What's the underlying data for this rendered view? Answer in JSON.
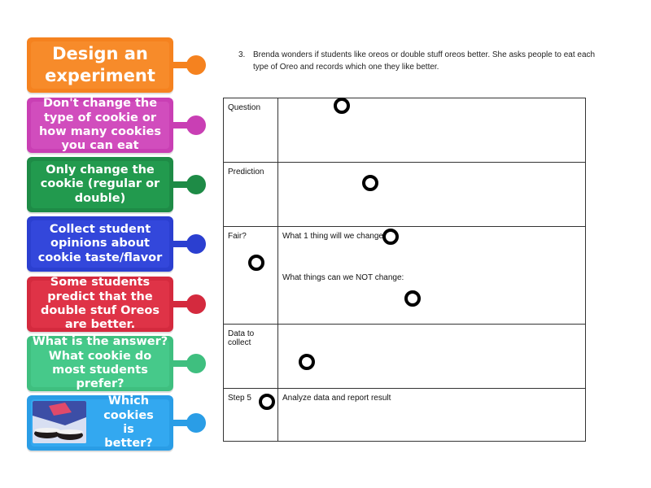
{
  "cards": [
    {
      "label": "Design an experiment",
      "color": "#f5821f",
      "inner": "#f78b2a"
    },
    {
      "label": "Don't change the type of cookie or how many cookies you can eat",
      "color": "#c93fb4",
      "inner": "#d14dbd"
    },
    {
      "label": "Only change the cookie (regular or double)",
      "color": "#1e8b46",
      "inner": "#229a4e"
    },
    {
      "label": "Collect student opinions about cookie taste/flavor",
      "color": "#2b3fd0",
      "inner": "#3347db"
    },
    {
      "label": "Some students predict that the double stuf Oreos are better.",
      "color": "#d42a3e",
      "inner": "#df3347"
    },
    {
      "label": "What is the answer? What cookie do most students prefer?",
      "color": "#3fbf7f",
      "inner": "#46c98a"
    },
    {
      "label": "Which cookies is better?",
      "color": "#2a9de6",
      "inner": "#33a8f0"
    }
  ],
  "question": {
    "number": "3.",
    "text": "Brenda wonders if students like oreos or double stuff oreos better. She asks people to eat each type of Oreo and records which one they like better."
  },
  "worksheet": {
    "rows": [
      {
        "label": "Question",
        "content": ""
      },
      {
        "label": "Prediction",
        "content": ""
      },
      {
        "label": "Fair?",
        "content": "What 1 thing will  we change",
        "content2": "What things can we NOT change:"
      },
      {
        "label": "Data to collect",
        "content": ""
      },
      {
        "label": "Step 5",
        "content": "Analyze data and report result"
      }
    ]
  }
}
